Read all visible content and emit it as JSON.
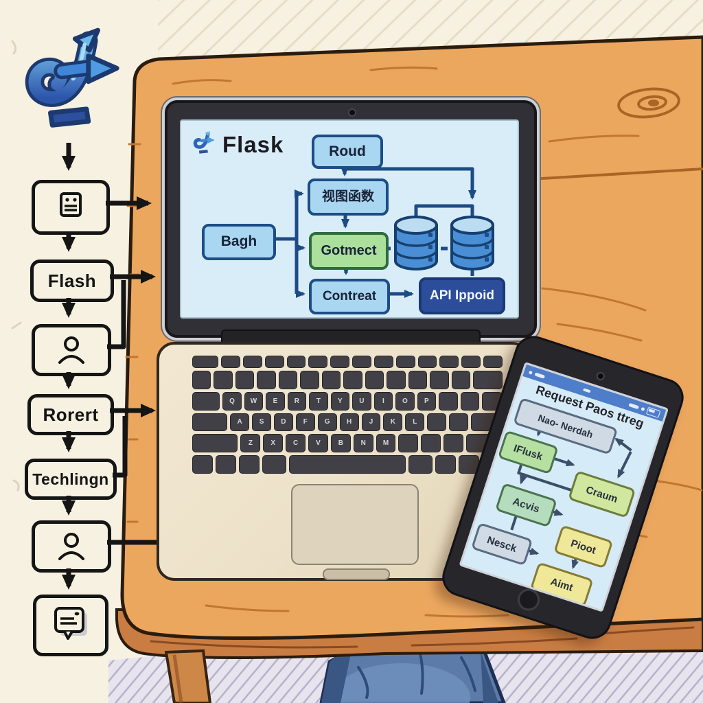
{
  "scene": {
    "background_color": "#f6f1e1",
    "table_color": "#eca75f",
    "floor_hatch_color": "#b5b1cc",
    "jeans_color": "#5d7ba8"
  },
  "logo": {
    "icon": "blue-j-arrow-logo"
  },
  "left_flow": {
    "icons": [
      "form-card-icon",
      "person-icon",
      "person-icon",
      "chat-note-icon"
    ],
    "flash": "Flash",
    "rorert": "Rorert",
    "techlingn": "Techlingn"
  },
  "laptop": {
    "screen_title": "Flask",
    "brand_icon": "flask-j-logo",
    "diagram": {
      "roud": "Roud",
      "view_fn": "视图函数",
      "bagh": "Bagh",
      "gotmect": "Gotmect",
      "contreat": "Contreat",
      "api": "API Ippoid",
      "database_icons": 2,
      "arrow_color": "#1d4b84"
    },
    "keyboard": {
      "rows": [
        [
          {
            "l": "",
            "w": 1.4
          },
          {
            "l": "",
            "w": 1
          },
          {
            "l": "",
            "w": 1
          },
          {
            "l": "",
            "w": 1
          },
          {
            "l": "",
            "w": 1
          },
          {
            "l": "",
            "w": 1
          },
          {
            "l": "",
            "w": 1
          },
          {
            "l": "",
            "w": 1
          },
          {
            "l": "",
            "w": 1
          },
          {
            "l": "",
            "w": 1
          },
          {
            "l": "",
            "w": 1
          },
          {
            "l": "",
            "w": 1
          },
          {
            "l": "",
            "w": 1
          },
          {
            "l": "",
            "w": 1
          }
        ],
        [
          {
            "l": "",
            "w": 1
          },
          {
            "l": "",
            "w": 1
          },
          {
            "l": "",
            "w": 1
          },
          {
            "l": "",
            "w": 1
          },
          {
            "l": "",
            "w": 1
          },
          {
            "l": "",
            "w": 1
          },
          {
            "l": "",
            "w": 1
          },
          {
            "l": "",
            "w": 1
          },
          {
            "l": "",
            "w": 1
          },
          {
            "l": "",
            "w": 1
          },
          {
            "l": "",
            "w": 1
          },
          {
            "l": "",
            "w": 1
          },
          {
            "l": "",
            "w": 1
          },
          {
            "l": "",
            "w": 1.6
          }
        ],
        [
          {
            "l": "",
            "w": 1.5
          },
          {
            "l": "Q",
            "w": 1
          },
          {
            "l": "W",
            "w": 1
          },
          {
            "l": "E",
            "w": 1
          },
          {
            "l": "R",
            "w": 1
          },
          {
            "l": "T",
            "w": 1
          },
          {
            "l": "Y",
            "w": 1
          },
          {
            "l": "U",
            "w": 1
          },
          {
            "l": "I",
            "w": 1
          },
          {
            "l": "O",
            "w": 1
          },
          {
            "l": "P",
            "w": 1
          },
          {
            "l": "",
            "w": 1
          },
          {
            "l": "",
            "w": 1
          },
          {
            "l": "",
            "w": 1.1
          }
        ],
        [
          {
            "l": "",
            "w": 1.9
          },
          {
            "l": "A",
            "w": 1
          },
          {
            "l": "S",
            "w": 1
          },
          {
            "l": "D",
            "w": 1
          },
          {
            "l": "F",
            "w": 1
          },
          {
            "l": "G",
            "w": 1
          },
          {
            "l": "H",
            "w": 1
          },
          {
            "l": "J",
            "w": 1
          },
          {
            "l": "K",
            "w": 1
          },
          {
            "l": "L",
            "w": 1
          },
          {
            "l": "",
            "w": 1
          },
          {
            "l": "",
            "w": 1
          },
          {
            "l": "",
            "w": 1.7
          }
        ],
        [
          {
            "l": "",
            "w": 2.4
          },
          {
            "l": "Z",
            "w": 1
          },
          {
            "l": "X",
            "w": 1
          },
          {
            "l": "C",
            "w": 1
          },
          {
            "l": "V",
            "w": 1
          },
          {
            "l": "B",
            "w": 1
          },
          {
            "l": "N",
            "w": 1
          },
          {
            "l": "M",
            "w": 1
          },
          {
            "l": "",
            "w": 1
          },
          {
            "l": "",
            "w": 1
          },
          {
            "l": "",
            "w": 1
          },
          {
            "l": "",
            "w": 1.9
          }
        ],
        [
          {
            "l": "",
            "w": 1
          },
          {
            "l": "",
            "w": 1
          },
          {
            "l": "",
            "w": 1
          },
          {
            "l": "",
            "w": 1.2
          },
          {
            "l": "",
            "w": 6
          },
          {
            "l": "",
            "w": 1.2
          },
          {
            "l": "",
            "w": 1
          },
          {
            "l": "",
            "w": 1
          },
          {
            "l": "",
            "w": 1
          }
        ]
      ]
    }
  },
  "tablet": {
    "title": "Request Paos ttreg",
    "statusbar_color": "#4e7dca",
    "nodes": {
      "nar": "Nao- Nerdah",
      "iflusk": "IFlusk",
      "craum": "Craum",
      "acvis": "Acvis",
      "pioot": "Pioot",
      "nesck": "Nesck",
      "aimt": "Aimt"
    },
    "arrow_color": "#3c4f68"
  }
}
